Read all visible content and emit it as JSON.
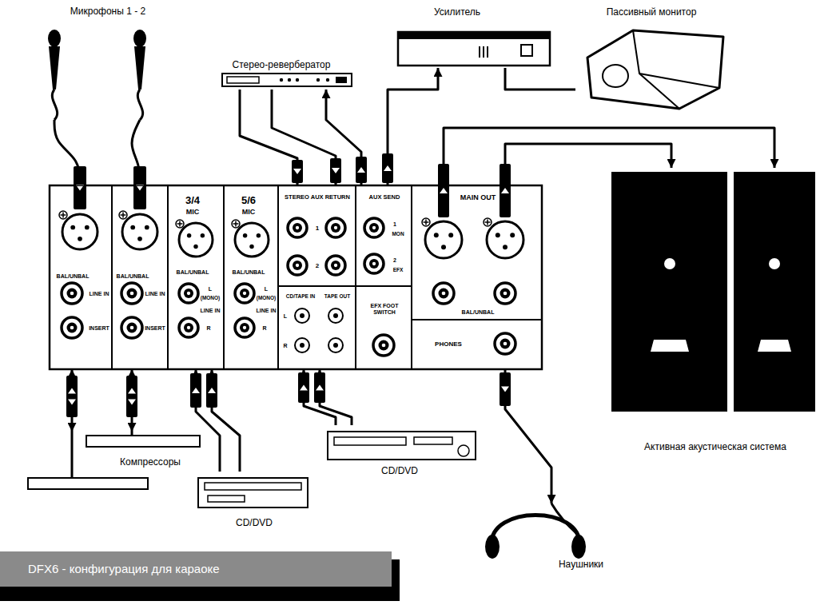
{
  "diagram": {
    "caption": "DFX6 - конфигурация для караоке",
    "nodes": [
      {
        "text": [
          "Микрофоны 1 - 2"
        ]
      },
      {
        "text": [
          "Стерео-ревербератор"
        ]
      },
      {
        "text": [
          "Усилитель"
        ]
      },
      {
        "text": [
          "Пассивный монитор"
        ]
      },
      {
        "text": [
          "BAL/UNBAL",
          "LINE IN",
          "INSERT"
        ]
      },
      {
        "text": [
          "BAL/UNBAL",
          "LINE IN",
          "INSERT"
        ]
      },
      {
        "text": [
          "3/4",
          "MIC",
          "BAL/UNBAL",
          "L",
          "(MONO)",
          "LINE IN",
          "R"
        ]
      },
      {
        "text": [
          "5/6",
          "MIC",
          "BAL/UNBAL",
          "L",
          "(MONO)",
          "LINE IN",
          "R"
        ]
      },
      {
        "text": [
          "STEREO AUX RETURN",
          "1",
          "2"
        ]
      },
      {
        "text": [
          "CD/TAPE IN",
          "TAPE OUT",
          "L",
          "R"
        ]
      },
      {
        "text": [
          "AUX SEND",
          "1",
          "MON",
          "2",
          "EFX"
        ]
      },
      {
        "text": [
          "EFX FOOT SWITCH"
        ]
      },
      {
        "text": [
          "MAIN OUT",
          "BAL/UNBAL"
        ]
      },
      {
        "text": [
          "PHONES"
        ]
      },
      {
        "text": [
          "Активная акустическая система"
        ]
      },
      {
        "text": [
          "CD/DVD"
        ]
      },
      {
        "text": [
          "Компрессоры"
        ]
      },
      {
        "text": [
          "CD/DVD"
        ]
      },
      {
        "text": [
          "Наушники"
        ]
      }
    ],
    "edges": [
      {
        "from": 0,
        "to": 4,
        "arrow": "to"
      },
      {
        "from": 0,
        "to": 5,
        "arrow": "to"
      },
      {
        "from": 1,
        "to": 8,
        "arrow": "to"
      },
      {
        "from": 1,
        "to": 8,
        "arrow": "to"
      },
      {
        "from": 10,
        "to": 1,
        "arrow": "to"
      },
      {
        "from": 10,
        "to": 2,
        "arrow": "to"
      },
      {
        "from": 2,
        "to": 3,
        "arrow": "none"
      },
      {
        "from": 12,
        "to": 14,
        "arrow": "to"
      },
      {
        "from": 12,
        "to": 14,
        "arrow": "to"
      },
      {
        "from": 4,
        "to": 16,
        "arrow": "both"
      },
      {
        "from": 5,
        "to": 16,
        "arrow": "both"
      },
      {
        "from": 17,
        "to": 6,
        "arrow": "to"
      },
      {
        "from": 17,
        "to": 6,
        "arrow": "to"
      },
      {
        "from": 15,
        "to": 9,
        "arrow": "to"
      },
      {
        "from": 15,
        "to": 9,
        "arrow": "to"
      },
      {
        "from": 13,
        "to": 18,
        "arrow": "to"
      }
    ]
  }
}
